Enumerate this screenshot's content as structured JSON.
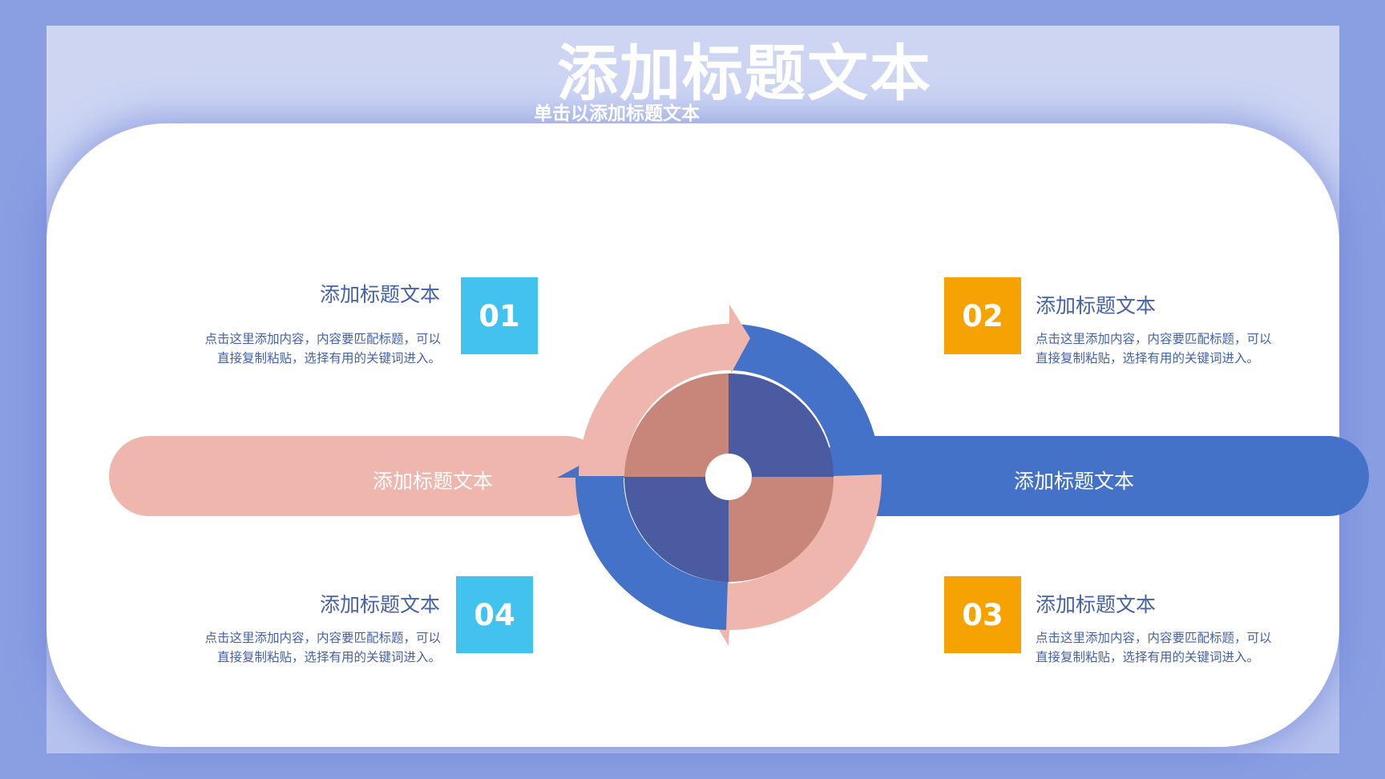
{
  "header": {
    "title": "添加标题文本",
    "subtitle": "单击以添加标题文本"
  },
  "bars": {
    "left_label": "添加标题文本",
    "right_label": "添加标题文本"
  },
  "items": [
    {
      "number": "01",
      "title": "添加标题文本",
      "desc_line1": "点击这里添加内容，内容要匹配标题，可以",
      "desc_line2": "直接复制粘贴，选择有用的关键词进入。"
    },
    {
      "number": "02",
      "title": "添加标题文本",
      "desc_line1": "点击这里添加内容，内容要匹配标题，可以",
      "desc_line2": "直接复制粘贴，选择有用的关键词进入。"
    },
    {
      "number": "03",
      "title": "添加标题文本",
      "desc_line1": "点击这里添加内容，内容要匹配标题，可以",
      "desc_line2": "直接复制粘贴，选择有用的关键词进入。"
    },
    {
      "number": "04",
      "title": "添加标题文本",
      "desc_line1": "点击这里添加内容，内容要匹配标题，可以",
      "desc_line2": "直接复制粘贴，选择有用的关键词进入。"
    }
  ],
  "colors": {
    "background": "#8a9fe2",
    "pink": "#efb6ad",
    "pink_dark": "#c8867b",
    "blue": "#4472c9",
    "blue_dark": "#4b5ba2",
    "cyan_box": "#42c3ef",
    "orange_box": "#f5a202",
    "text": "#4561a8"
  }
}
